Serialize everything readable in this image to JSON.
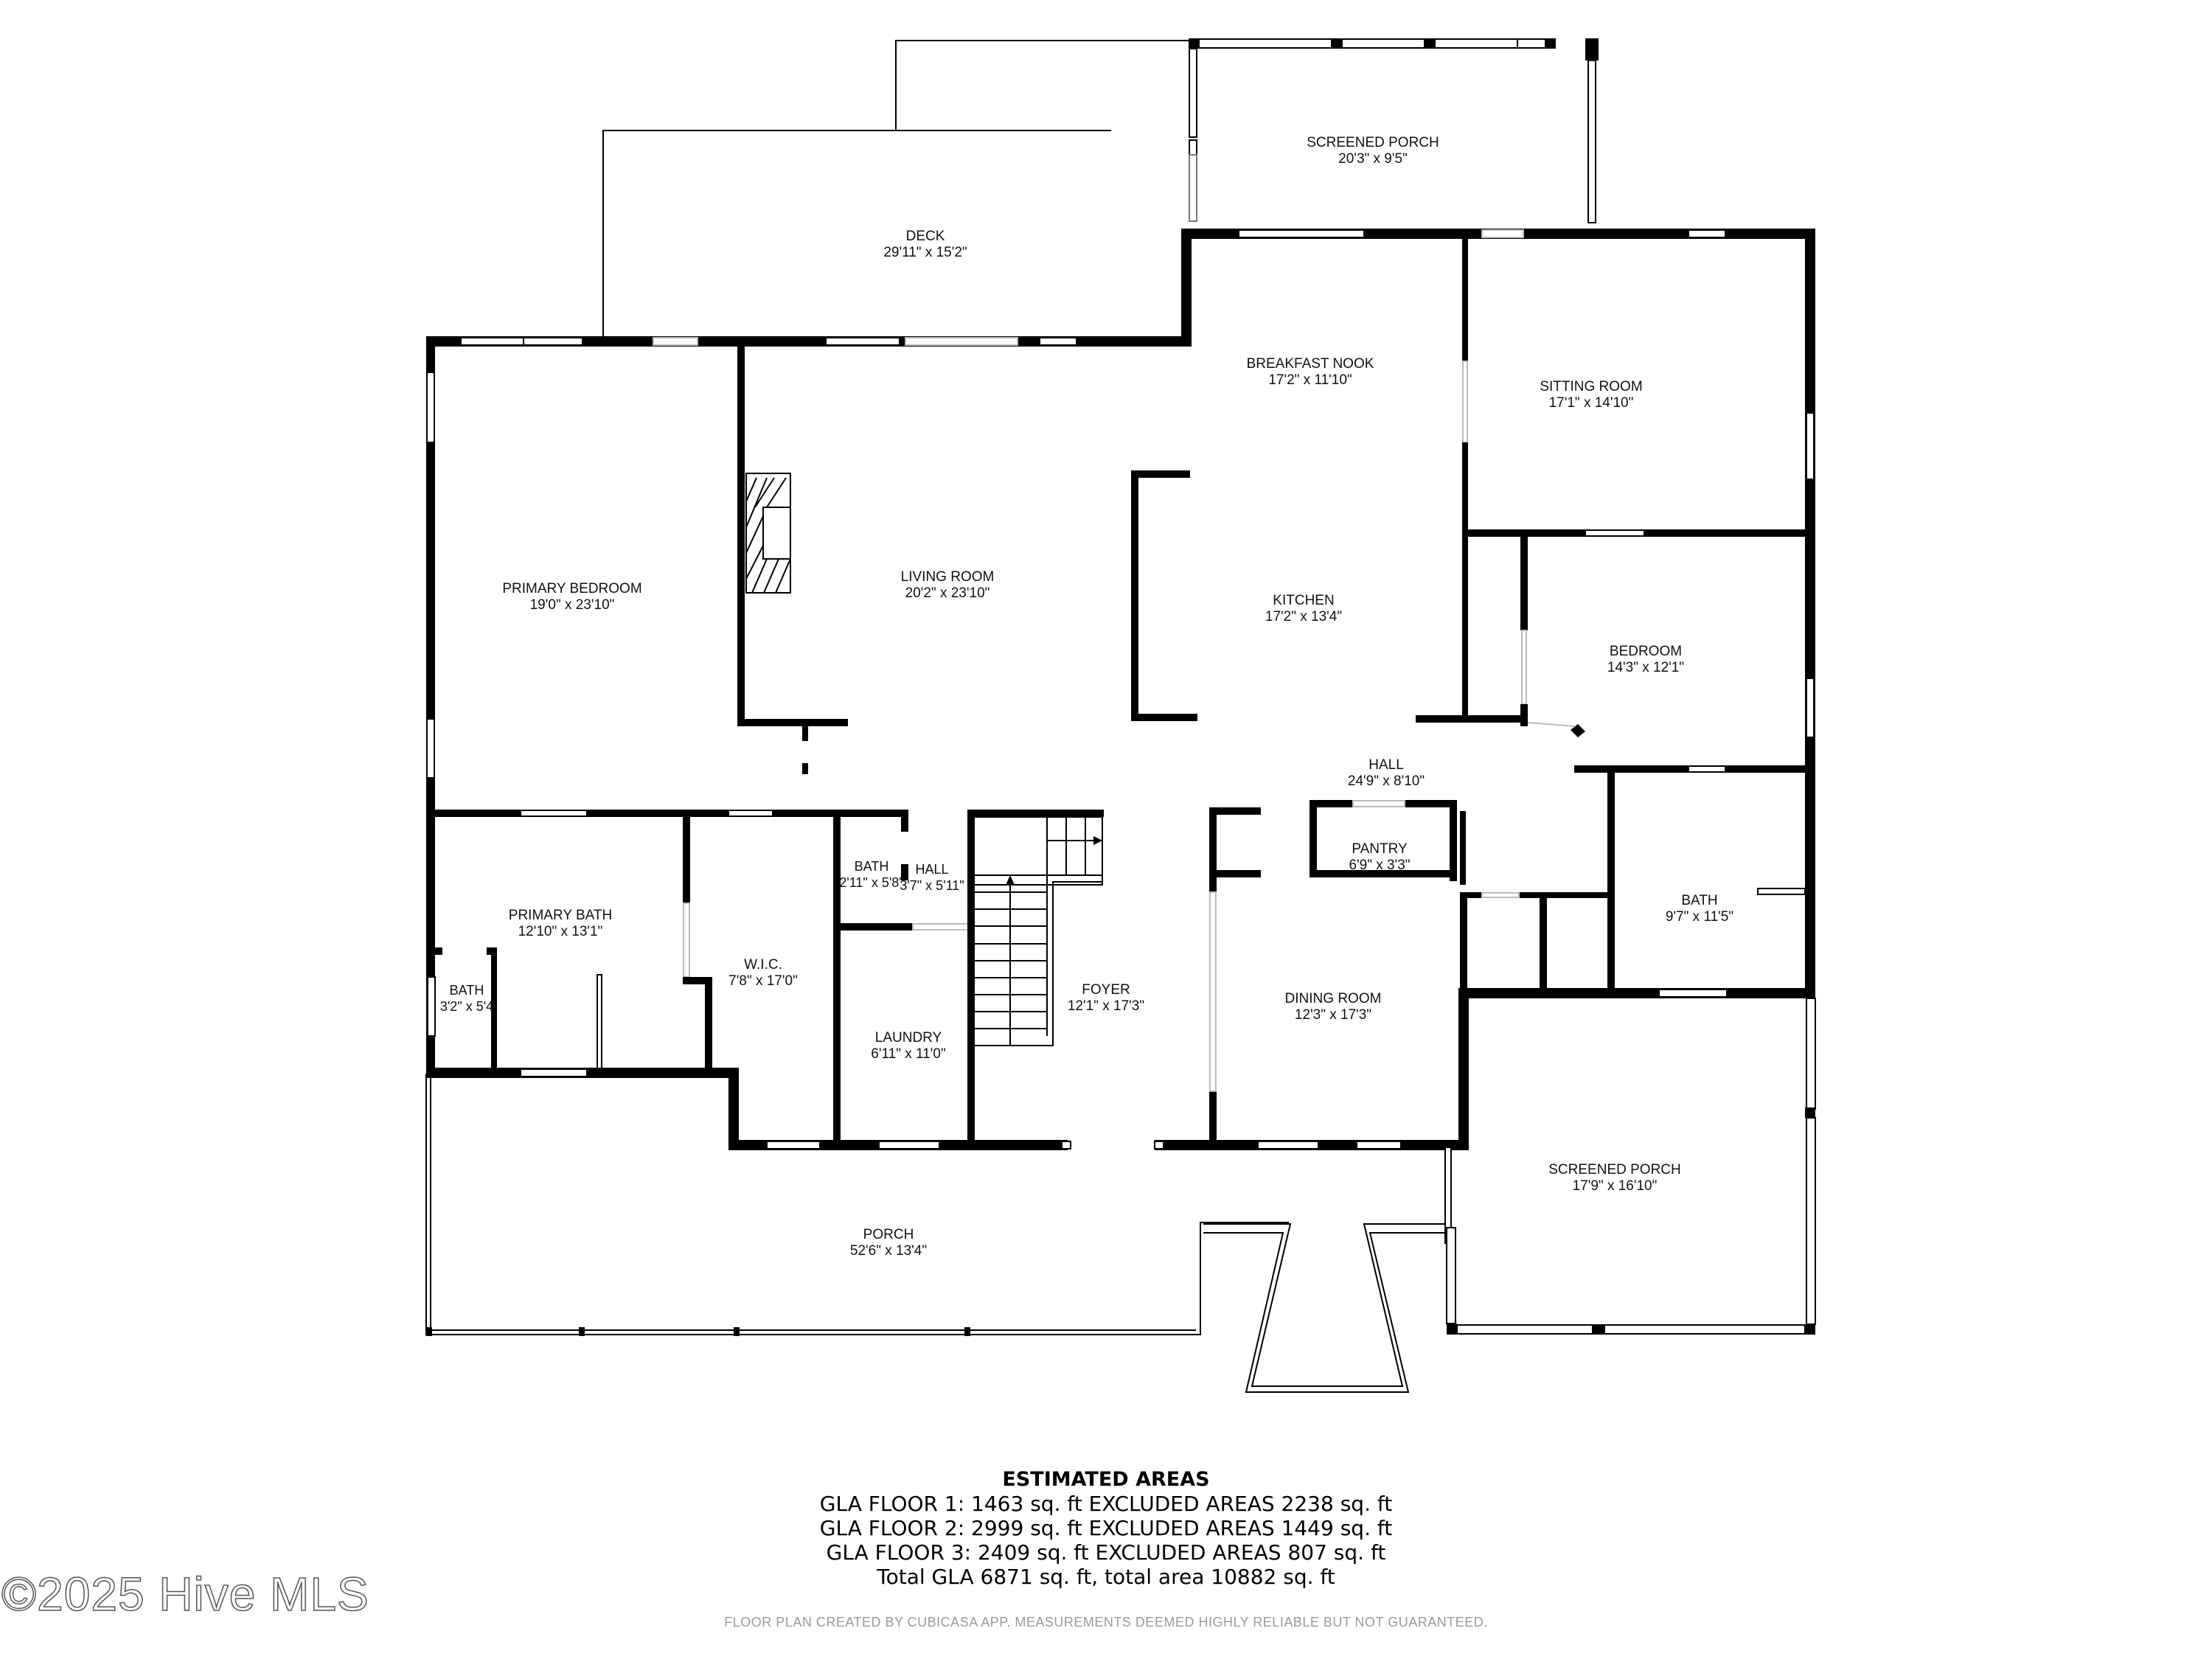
{
  "rooms": {
    "screened_porch_top": {
      "name": "SCREENED PORCH",
      "dims": "20'3\" x 9'5\""
    },
    "deck": {
      "name": "DECK",
      "dims": "29'11\" x 15'2\""
    },
    "breakfast_nook": {
      "name": "BREAKFAST NOOK",
      "dims": "17'2\" x 11'10\""
    },
    "sitting_room": {
      "name": "SITTING ROOM",
      "dims": "17'1\" x 14'10\""
    },
    "primary_bedroom": {
      "name": "PRIMARY BEDROOM",
      "dims": "19'0\" x 23'10\""
    },
    "living_room": {
      "name": "LIVING ROOM",
      "dims": "20'2\" x 23'10\""
    },
    "kitchen": {
      "name": "KITCHEN",
      "dims": "17'2\" x 13'4\""
    },
    "bedroom": {
      "name": "BEDROOM",
      "dims": "14'3\" x 12'1\""
    },
    "hall_main": {
      "name": "HALL",
      "dims": "24'9\" x 8'10\""
    },
    "pantry": {
      "name": "PANTRY",
      "dims": "6'9\" x 3'3\""
    },
    "bath_small": {
      "name": "BATH",
      "dims": "2'11\" x 5'8\""
    },
    "hall_small": {
      "name": "HALL",
      "dims": "3'7\" x 5'11\""
    },
    "primary_bath": {
      "name": "PRIMARY BATH",
      "dims": "12'10\" x 13'1\""
    },
    "bath_primary_wc": {
      "name": "BATH",
      "dims": "3'2\" x 5'4"
    },
    "wic": {
      "name": "W.I.C.",
      "dims": "7'8\" x 17'0\""
    },
    "laundry": {
      "name": "LAUNDRY",
      "dims": "6'11\" x 11'0\""
    },
    "foyer": {
      "name": "FOYER",
      "dims": "12'1\" x 17'3\""
    },
    "dining_room": {
      "name": "DINING ROOM",
      "dims": "12'3\" x 17'3\""
    },
    "bath_right": {
      "name": "BATH",
      "dims": "9'7\" x 11'5\""
    },
    "screened_porch_bottom": {
      "name": "SCREENED PORCH",
      "dims": "17'9\" x 16'10\""
    },
    "porch": {
      "name": "PORCH",
      "dims": "52'6\" x 13'4\""
    }
  },
  "areas": {
    "title": "ESTIMATED AREAS",
    "lines": [
      "GLA FLOOR 1: 1463 sq. ft EXCLUDED AREAS 2238 sq. ft",
      "GLA FLOOR 2: 2999 sq. ft EXCLUDED AREAS 1449 sq. ft",
      "GLA FLOOR 3: 2409 sq. ft EXCLUDED AREAS 807 sq. ft",
      "Total GLA 6871 sq. ft, total area 10882 sq. ft"
    ]
  },
  "disclaimer": "FLOOR PLAN CREATED BY CUBICASA APP. MEASUREMENTS DEEMED HIGHLY RELIABLE BUT NOT GUARANTEED.",
  "watermark": "©2025 Hive MLS",
  "colors": {
    "wall": "#000000",
    "background": "#ffffff",
    "disclaimer": "#9a9a9a"
  }
}
